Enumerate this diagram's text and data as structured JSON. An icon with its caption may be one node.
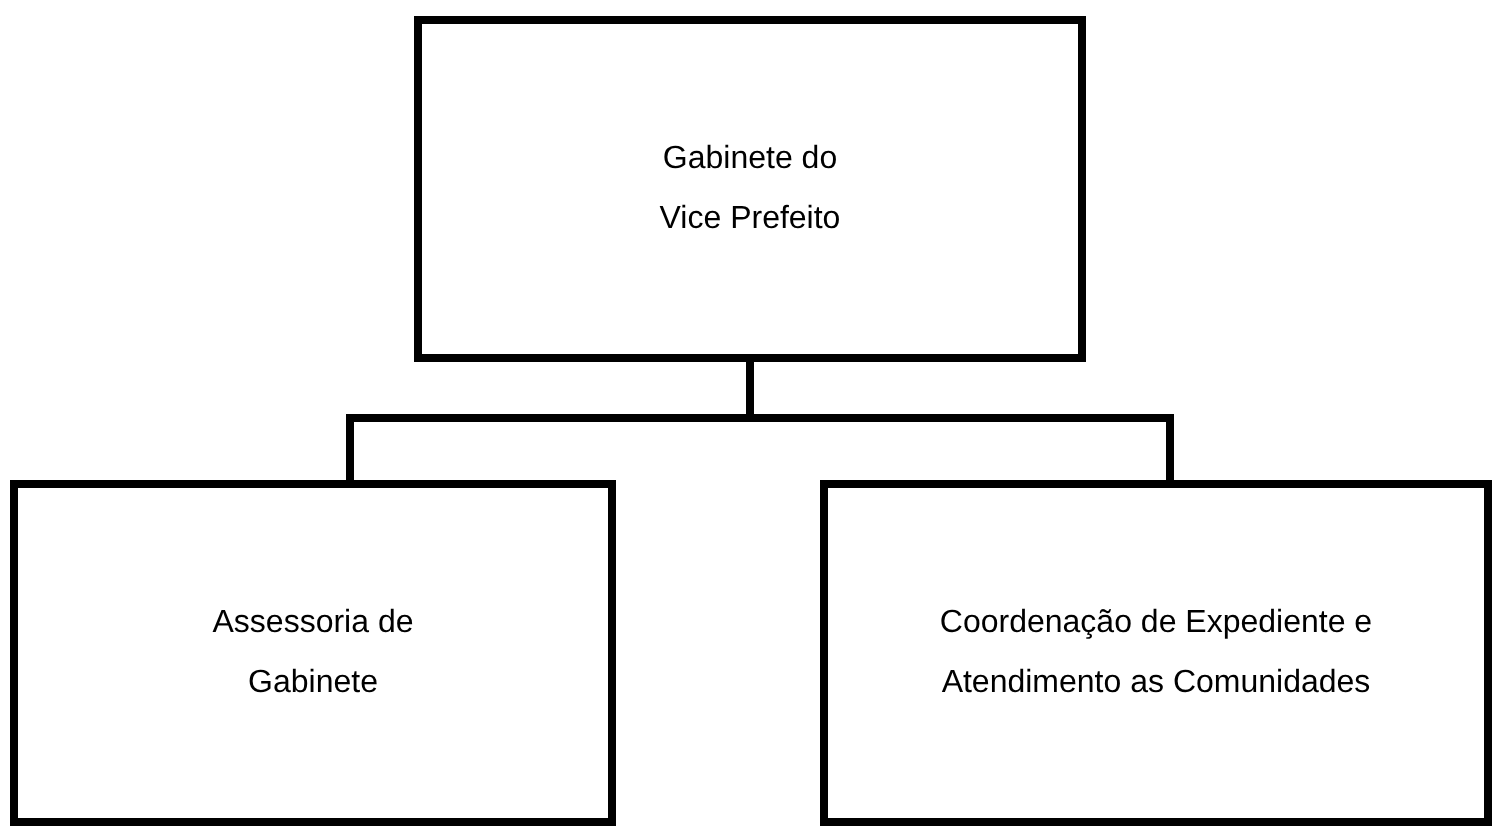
{
  "diagram": {
    "nodes": [
      {
        "text": [
          "Gabinete do Vice Prefeito"
        ]
      },
      {
        "text": [
          "Assessoria de Gabinete"
        ]
      },
      {
        "text": [
          "Coordenação de Expediente e Atendimento as Comunidades"
        ]
      }
    ],
    "edges": [
      {
        "from": 0,
        "to": 1,
        "arrow": "none"
      },
      {
        "from": 0,
        "to": 2,
        "arrow": "none"
      }
    ]
  }
}
